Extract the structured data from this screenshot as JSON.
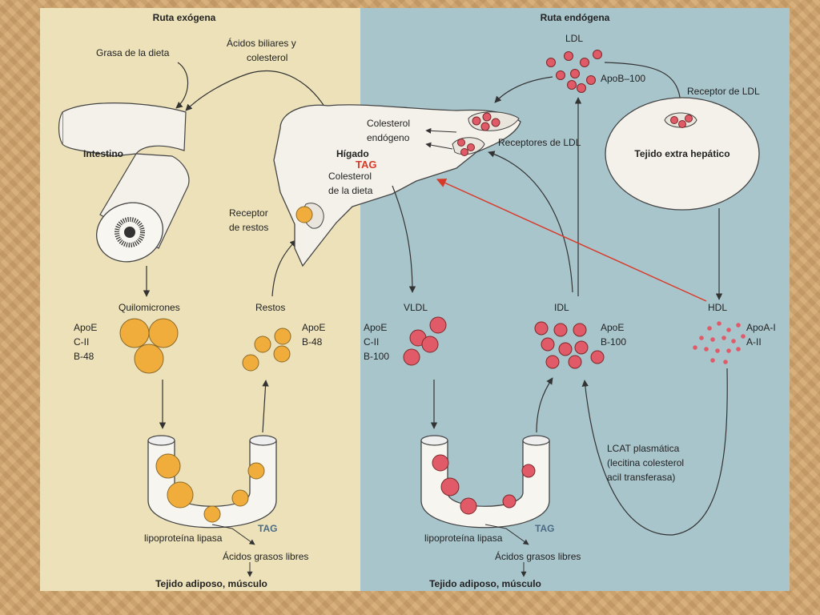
{
  "left_panel": {
    "title": "Ruta exógena",
    "dietary_fat": "Grasa de la dieta",
    "bile_acids": [
      "Ácidos biliares y",
      "colesterol"
    ],
    "intestine": "Intestino",
    "chylomicrons": "Quilomicrones",
    "chylo_apos": [
      "ApoE",
      "C-II",
      "B-48"
    ],
    "remnants": "Restos",
    "remnant_apos": [
      "ApoE",
      "B-48"
    ],
    "remnant_receptor": [
      "Receptor",
      "de restos"
    ],
    "liver": "Hígado",
    "endogenous_cholesterol": [
      "Colesterol",
      "endógeno"
    ],
    "dietary_cholesterol": [
      "Colesterol",
      "de la dieta"
    ],
    "tag_capillary": "TAG",
    "lipase": "lipoproteína lipasa",
    "free_fatty_acids": "Ácidos grasos libres",
    "tissue": "Tejido adiposo, músculo"
  },
  "right_panel": {
    "title": "Ruta endógena",
    "ldl": "LDL",
    "ldl_apo": "ApoB–100",
    "ldl_receptor": "Receptor de LDL",
    "ldl_receptors": "Receptores de LDL",
    "extrahepatic": "Tejido extra hepático",
    "vldl": "VLDL",
    "vldl_apos": [
      "ApoE",
      "C-II",
      "B-100"
    ],
    "idl": "IDL",
    "idl_apos": [
      "ApoE",
      "B-100"
    ],
    "hdl": "HDL",
    "hdl_apos": [
      "ApoA-I",
      "A-II"
    ],
    "lcat": [
      "LCAT plasmática",
      "(lecitina colesterol",
      "acil transferasa)"
    ],
    "tag_capillary": "TAG",
    "lipase": "lipoproteína lipasa",
    "free_fatty_acids": "Ácidos grasos libres",
    "tissue": "Tejido adiposo, músculo"
  },
  "overlay": {
    "tag_red": "TAG"
  },
  "colors": {
    "left_bg": "#ece1b9",
    "right_bg": "#a9c5cc",
    "frame": "#d3a66d",
    "chylomicron": "#f0ad3c",
    "lipoprotein_red": "#e05a68",
    "overlay_arrow": "#d83a2a"
  }
}
